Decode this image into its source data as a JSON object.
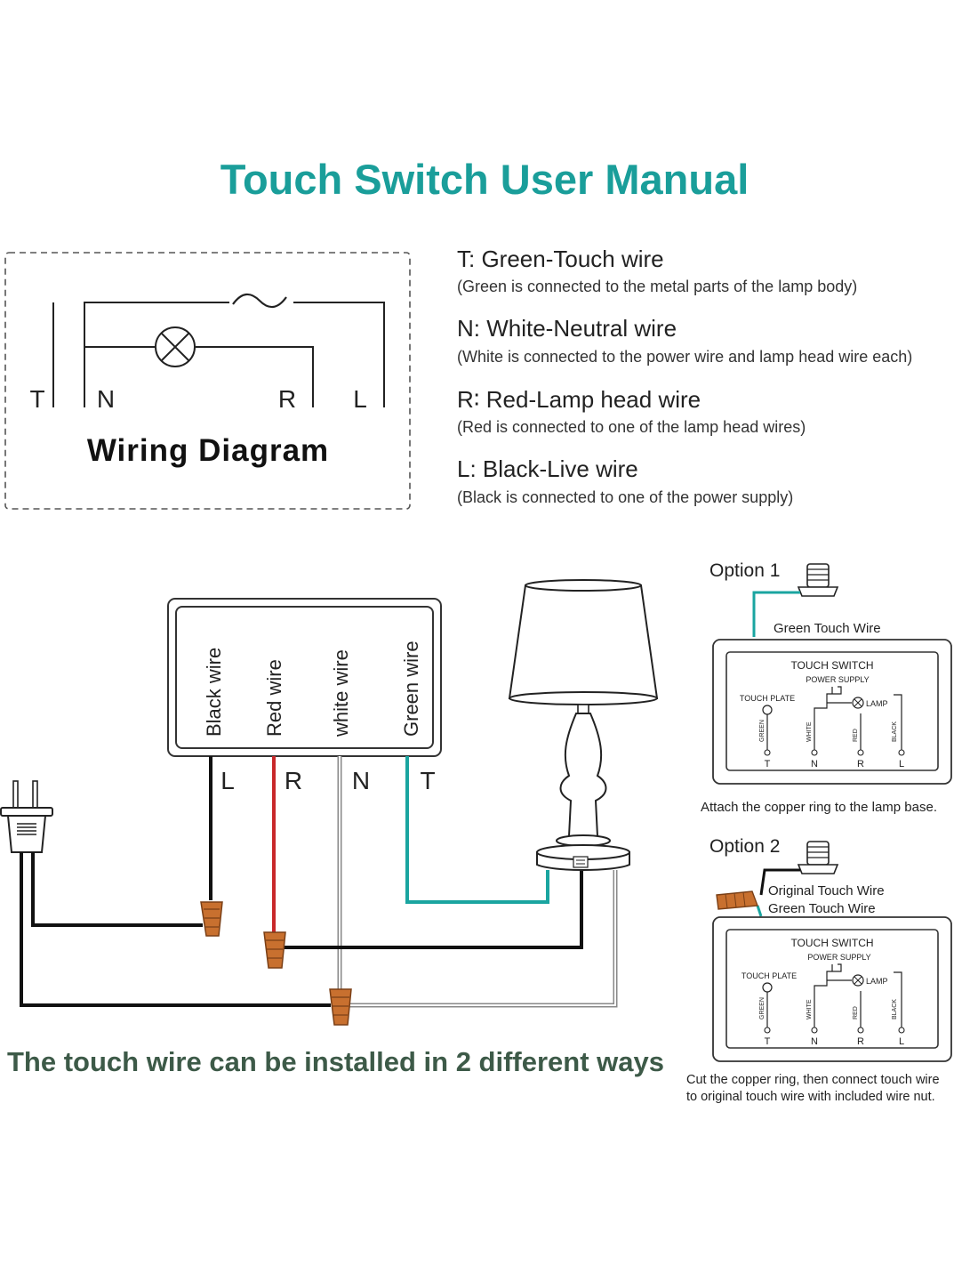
{
  "title": "Touch Switch User Manual",
  "colors": {
    "accent_teal": "#1a9e9a",
    "green_wire": "#1aa5a0",
    "red_wire": "#c8282a",
    "black_wire": "#111111",
    "white_wire": "#9a9a9a",
    "wire_nut": "#c8702f",
    "caption_green": "#3d5a48"
  },
  "wiring_diagram": {
    "caption": "Wiring Diagram",
    "terminals": [
      "T",
      "N",
      "R",
      "L"
    ],
    "ac_symbol": "~"
  },
  "legend": [
    {
      "heading": "T: Green-Touch wire",
      "note": "(Green is connected to the metal parts of the lamp body)"
    },
    {
      "heading": "N: White-Neutral wire",
      "note": "(White is connected to the power wire and lamp head wire each)"
    },
    {
      "heading": "R∶  Red-Lamp head wire",
      "note": "(Red is connected to one of the lamp head wires)"
    },
    {
      "heading": "L: Black-Live wire",
      "note": "(Black is connected to one of the power supply)"
    }
  ],
  "switch_box": {
    "wire_labels": [
      "Black wire",
      "Red wire",
      "white wire",
      "Green wire"
    ],
    "terminal_labels": [
      "L",
      "R",
      "N",
      "T"
    ]
  },
  "bottom_caption": "The touch wire can be installed in 2 different ways",
  "option1": {
    "label": "Option 1",
    "wire_label": "Green Touch Wire",
    "box_title": "TOUCH SWITCH",
    "box_subtitle": "POWER SUPPLY",
    "touch_plate": "TOUCH PLATE",
    "lamp": "LAMP",
    "wire_names": [
      "GREEN",
      "WHITE",
      "RED",
      "BLACK"
    ],
    "terminals": [
      "T",
      "N",
      "R",
      "L"
    ],
    "caption": "Attach the copper ring to the lamp base."
  },
  "option2": {
    "label": "Option 2",
    "wire_label_1": "Original Touch Wire",
    "wire_label_2": "Green Touch Wire",
    "box_title": "TOUCH SWITCH",
    "box_subtitle": "POWER SUPPLY",
    "touch_plate": "TOUCH PLATE",
    "lamp": "LAMP",
    "wire_names": [
      "GREEN",
      "WHITE",
      "RED",
      "BLACK"
    ],
    "terminals": [
      "T",
      "N",
      "R",
      "L"
    ],
    "caption_line1": "Cut the copper ring, then connect touch wire",
    "caption_line2": "to original touch wire with included wire nut."
  }
}
